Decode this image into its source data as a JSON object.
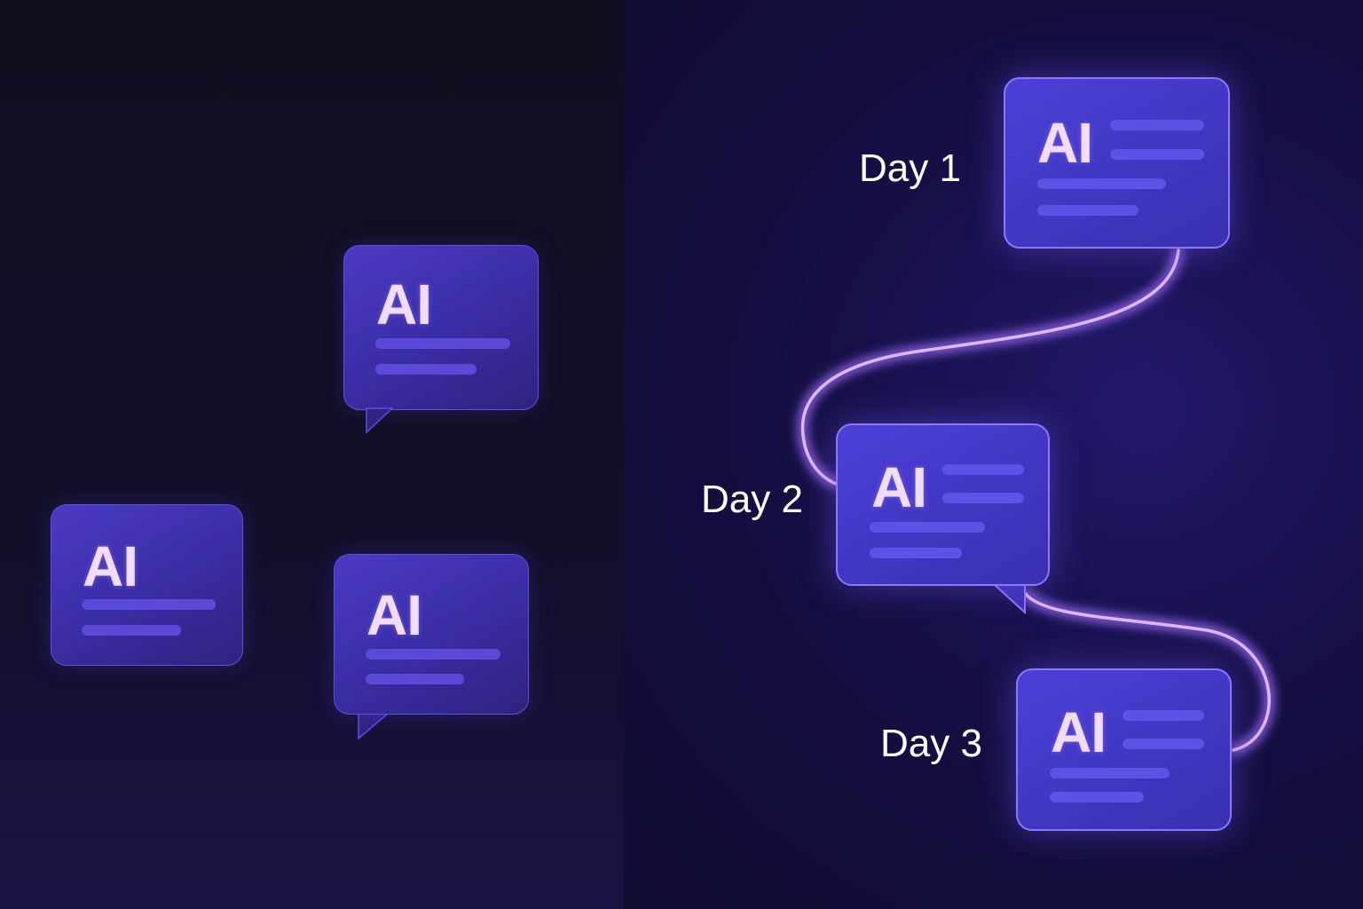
{
  "left_panel": {
    "bubbles": [
      {
        "text": "AI"
      },
      {
        "text": "AI"
      },
      {
        "text": "AI"
      }
    ]
  },
  "right_panel": {
    "timeline": [
      {
        "label": "Day 1",
        "text": "AI"
      },
      {
        "label": "Day 2",
        "text": "AI"
      },
      {
        "label": "Day 3",
        "text": "AI"
      }
    ]
  },
  "colors": {
    "bubble": "#4036c0",
    "glow_line": "#d8a8ff",
    "text": "#f1dcff"
  }
}
